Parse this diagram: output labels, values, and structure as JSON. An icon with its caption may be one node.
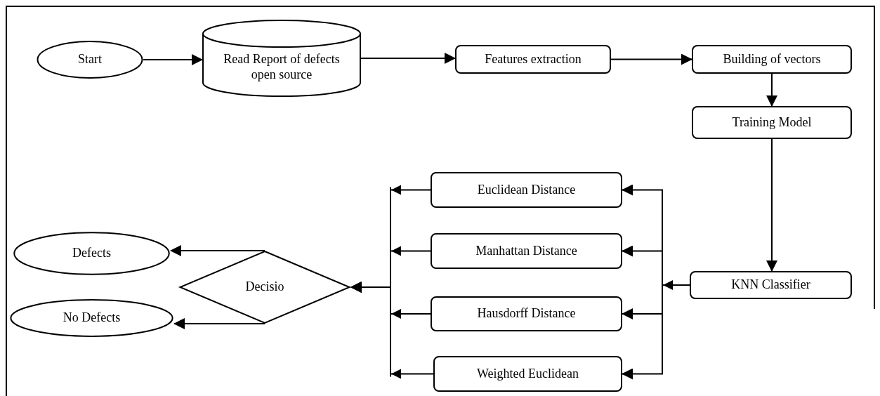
{
  "diagram": {
    "nodes": [
      {
        "text": [
          "Start"
        ]
      },
      {
        "text": [
          "Read Report of defects open source"
        ]
      },
      {
        "text": [
          "Features extraction"
        ]
      },
      {
        "text": [
          "Building of vectors"
        ]
      },
      {
        "text": [
          "Training Model"
        ]
      },
      {
        "text": [
          "Euclidean Distance"
        ]
      },
      {
        "text": [
          "Manhattan Distance"
        ]
      },
      {
        "text": [
          "Hausdorff Distance"
        ]
      },
      {
        "text": [
          "Weighted Euclidean"
        ]
      },
      {
        "text": [
          "KNN Classifier"
        ]
      },
      {
        "text": [
          "Decisio"
        ]
      },
      {
        "text": [
          "Defects"
        ]
      },
      {
        "text": [
          "No Defects"
        ]
      }
    ],
    "edges": [
      {
        "from": 0,
        "to": 1,
        "arrow": "to"
      },
      {
        "from": 1,
        "to": 2,
        "arrow": "to"
      },
      {
        "from": 2,
        "to": 3,
        "arrow": "to"
      },
      {
        "from": 3,
        "to": 4,
        "arrow": "to"
      },
      {
        "from": 4,
        "to": 9,
        "arrow": "to"
      },
      {
        "from": 9,
        "to": 5,
        "arrow": "to"
      },
      {
        "from": 9,
        "to": 6,
        "arrow": "to"
      },
      {
        "from": 9,
        "to": 7,
        "arrow": "to"
      },
      {
        "from": 9,
        "to": 8,
        "arrow": "to"
      },
      {
        "from": 5,
        "to": 10,
        "arrow": "to"
      },
      {
        "from": 6,
        "to": 10,
        "arrow": "to"
      },
      {
        "from": 7,
        "to": 10,
        "arrow": "to"
      },
      {
        "from": 8,
        "to": 10,
        "arrow": "to"
      },
      {
        "from": 10,
        "to": 11,
        "arrow": "to"
      },
      {
        "from": 10,
        "to": 12,
        "arrow": "to"
      }
    ]
  }
}
